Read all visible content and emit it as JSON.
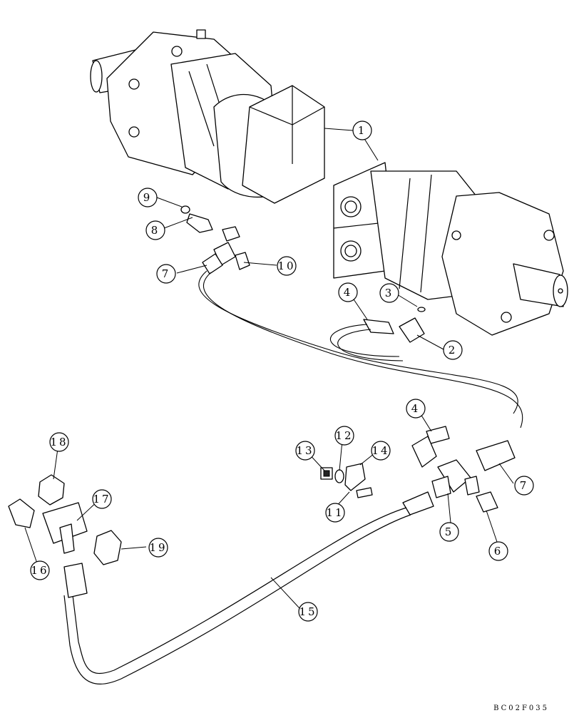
{
  "drawing_code": "BC02F035",
  "callouts": [
    {
      "id": "c1",
      "label": "1"
    },
    {
      "id": "c2",
      "label": "2"
    },
    {
      "id": "c3",
      "label": "3"
    },
    {
      "id": "c4a",
      "label": "4"
    },
    {
      "id": "c4b",
      "label": "4"
    },
    {
      "id": "c5",
      "label": "5"
    },
    {
      "id": "c6",
      "label": "6"
    },
    {
      "id": "c7a",
      "label": "7"
    },
    {
      "id": "c7b",
      "label": "7"
    },
    {
      "id": "c8",
      "label": "8"
    },
    {
      "id": "c9",
      "label": "9"
    },
    {
      "id": "c10",
      "label": "10"
    },
    {
      "id": "c11",
      "label": "11"
    },
    {
      "id": "c12",
      "label": "12"
    },
    {
      "id": "c13",
      "label": "13"
    },
    {
      "id": "c14",
      "label": "14"
    },
    {
      "id": "c15",
      "label": "15"
    },
    {
      "id": "c16",
      "label": "16"
    },
    {
      "id": "c17",
      "label": "17"
    },
    {
      "id": "c18",
      "label": "18"
    },
    {
      "id": "c19",
      "label": "19"
    }
  ]
}
